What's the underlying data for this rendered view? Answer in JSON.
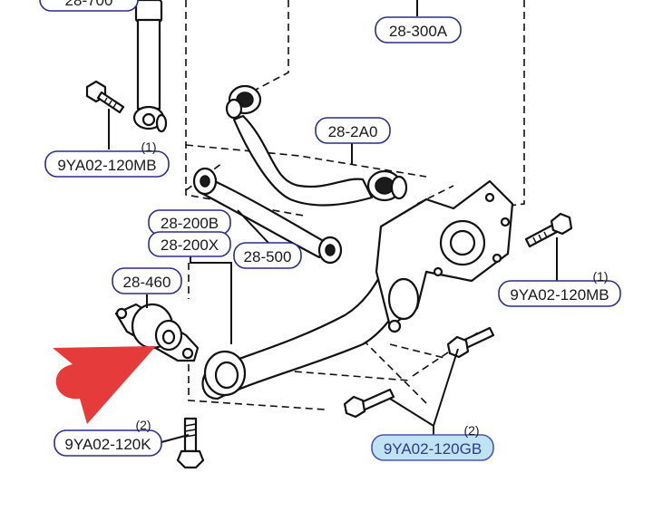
{
  "diagram": {
    "labels": {
      "l_28_700": "28-700",
      "l_28_300a": "28-300A",
      "l_9ya02_120mb_left": "9YA02-120MB",
      "l_28_2a0": "28-2A0",
      "l_28_200b": "28-200B",
      "l_28_200x": "28-200X",
      "l_28_500": "28-500",
      "l_28_460": "28-460",
      "l_9ya02_120mb_right": "9YA02-120MB",
      "l_9ya02_120k": "9YA02-120K",
      "l_9ya02_120gb": "9YA02-120GB"
    },
    "quantities": {
      "q_mb_left": "(1)",
      "q_mb_right": "(1)",
      "q_k": "(2)",
      "q_gb": "(2)"
    },
    "highlight_color": "#bfe3f2",
    "label_border_color": "#2b2f8a",
    "pointer_color": "#e53b3b"
  }
}
